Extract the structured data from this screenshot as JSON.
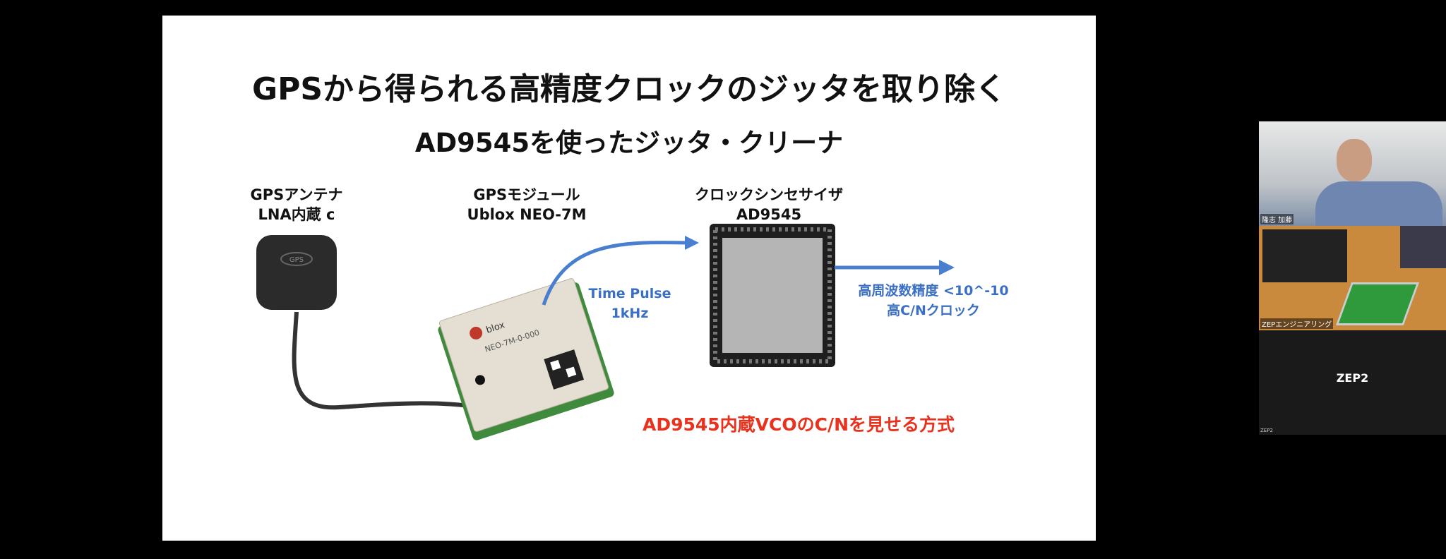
{
  "slide": {
    "title": "GPSから得られる高精度クロックのジッタを取り除く",
    "subtitle": "AD9545を使ったジッタ・クリーナ",
    "antenna": {
      "line1": "GPSアンテナ",
      "line2": "LNA内蔵 c",
      "logo": "GPS"
    },
    "module": {
      "line1": "GPSモジュール",
      "line2": "Ublox NEO-7M",
      "logo": "blox",
      "chip_text": "NEO-7M-0-000"
    },
    "synth": {
      "line1": "クロックシンセサイザ",
      "line2": "AD9545"
    },
    "pulse": {
      "line1": "Time Pulse",
      "line2": "1kHz"
    },
    "output": {
      "line1": "高周波数精度 <10^-10",
      "line2": "高C/Nクロック"
    },
    "note": "AD9545内蔵VCOのC/Nを見せる方式",
    "colors": {
      "arrow": "#4a7fd0",
      "note": "#e8321e"
    }
  },
  "participants": [
    {
      "name": "隆志 加藤"
    },
    {
      "name": "ZEPエンジニアリング"
    },
    {
      "name": "ZEP2",
      "label": "ZEP2"
    }
  ]
}
